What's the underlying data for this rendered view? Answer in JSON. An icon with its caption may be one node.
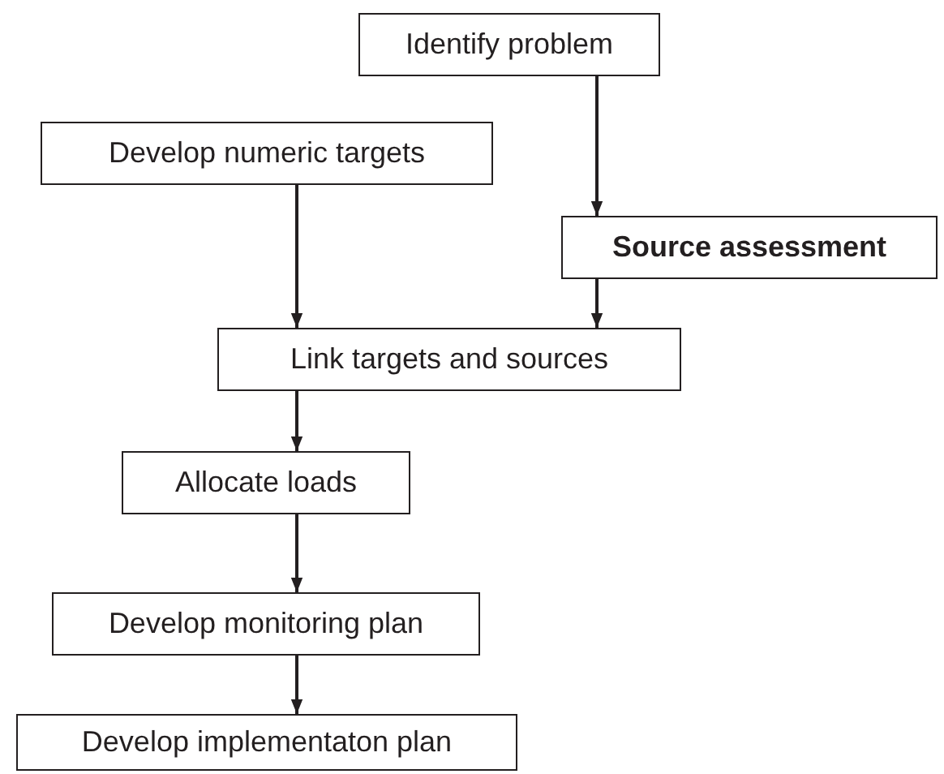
{
  "diagram": {
    "nodes": [
      {
        "text": [
          "Identify problem"
        ]
      },
      {
        "text": [
          "Develop numeric targets"
        ]
      },
      {
        "text": [
          "Source assessment"
        ]
      },
      {
        "text": [
          "Link targets and sources"
        ]
      },
      {
        "text": [
          "Allocate loads"
        ]
      },
      {
        "text": [
          "Develop monitoring plan"
        ]
      },
      {
        "text": [
          "Develop implementaton plan"
        ]
      }
    ],
    "edges": [
      {
        "from": 0,
        "to": 2,
        "arrow": "to"
      },
      {
        "from": 1,
        "to": 3,
        "arrow": "to"
      },
      {
        "from": 2,
        "to": 3,
        "arrow": "to"
      },
      {
        "from": 3,
        "to": 4,
        "arrow": "to"
      },
      {
        "from": 4,
        "to": 5,
        "arrow": "to"
      },
      {
        "from": 5,
        "to": 6,
        "arrow": "to"
      }
    ]
  }
}
